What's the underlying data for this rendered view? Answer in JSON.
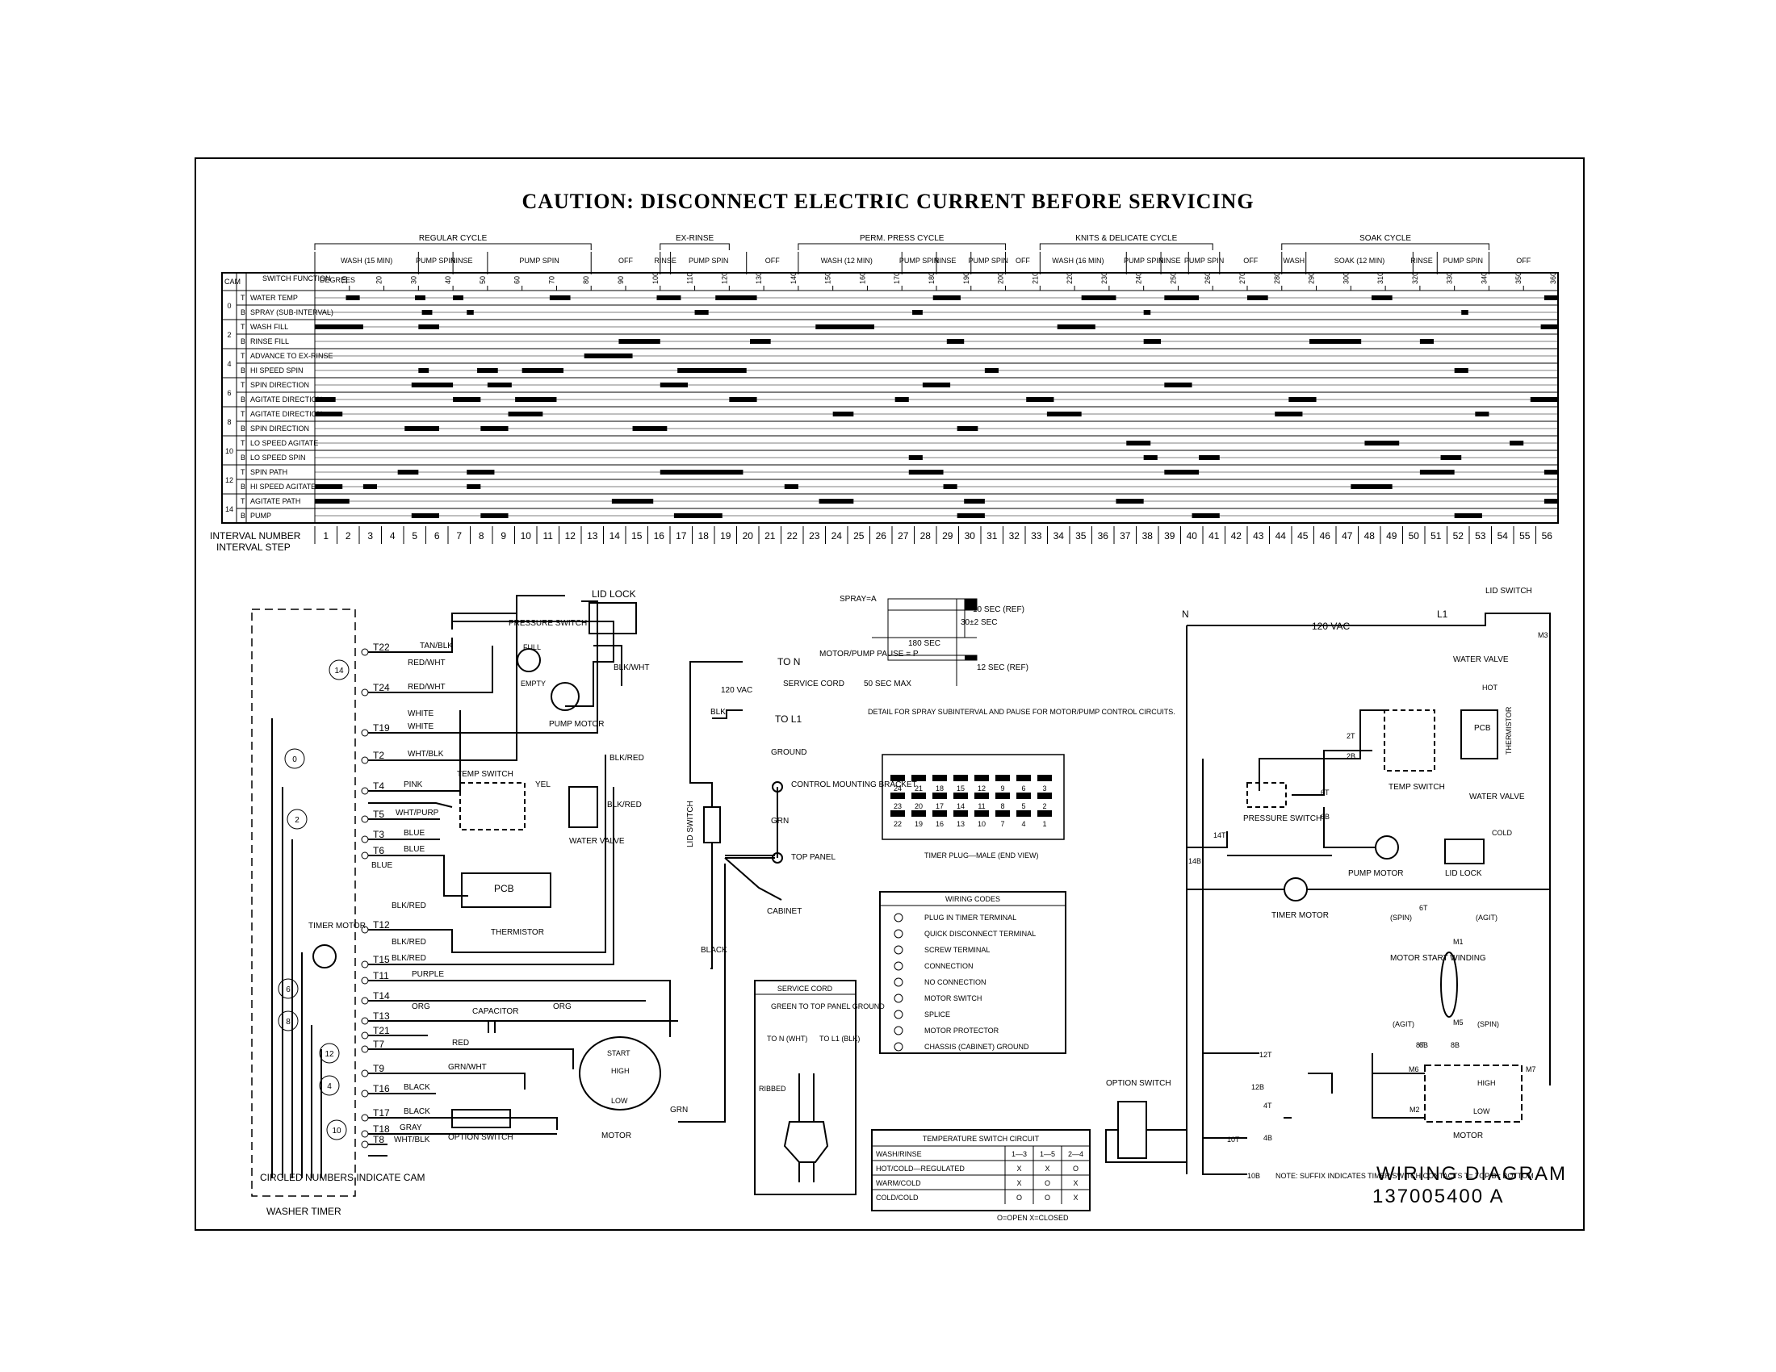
{
  "caution": "CAUTION: DISCONNECT ELECTRIC CURRENT BEFORE SERVICING",
  "timer_chart": {
    "header_cam": "CAM",
    "header_switch": "SWITCH FUNCTION",
    "degrees_label": "DEGREES",
    "cycles": [
      {
        "label": "REGULAR CYCLE",
        "start": 0,
        "end": 80
      },
      {
        "label": "EX-RINSE",
        "start": 100,
        "end": 120
      },
      {
        "label": "PERM. PRESS CYCLE",
        "start": 140,
        "end": 200
      },
      {
        "label": "KNITS & DELICATE CYCLE",
        "start": 210,
        "end": 260
      },
      {
        "label": "SOAK CYCLE",
        "start": 280,
        "end": 340
      }
    ],
    "phases": [
      {
        "label": "WASH (15 MIN)",
        "start": 0,
        "end": 30
      },
      {
        "label": "PUMP SPIN",
        "start": 30,
        "end": 40
      },
      {
        "label": "RINSE",
        "start": 40,
        "end": 45
      },
      {
        "label": "PUMP SPIN",
        "start": 50,
        "end": 80
      },
      {
        "label": "OFF",
        "start": 80,
        "end": 100
      },
      {
        "label": "RINSE",
        "start": 100,
        "end": 103
      },
      {
        "label": "PUMP SPIN",
        "start": 103,
        "end": 125
      },
      {
        "label": "OFF",
        "start": 125,
        "end": 140
      },
      {
        "label": "WASH (12 MIN)",
        "start": 140,
        "end": 168
      },
      {
        "label": "PUMP SPIN",
        "start": 170,
        "end": 180
      },
      {
        "label": "RINSE",
        "start": 180,
        "end": 185
      },
      {
        "label": "PUMP SPIN",
        "start": 190,
        "end": 200
      },
      {
        "label": "OFF",
        "start": 200,
        "end": 210
      },
      {
        "label": "WASH (16 MIN)",
        "start": 210,
        "end": 232
      },
      {
        "label": "PUMP SPIN",
        "start": 235,
        "end": 245
      },
      {
        "label": "RINSE",
        "start": 245,
        "end": 250
      },
      {
        "label": "PUMP SPIN",
        "start": 253,
        "end": 262
      },
      {
        "label": "OFF",
        "start": 262,
        "end": 280
      },
      {
        "label": "WASH",
        "start": 280,
        "end": 287
      },
      {
        "label": "SOAK (12 MIN)",
        "start": 287,
        "end": 318
      },
      {
        "label": "RINSE",
        "start": 318,
        "end": 323
      },
      {
        "label": "PUMP SPIN",
        "start": 325,
        "end": 340
      },
      {
        "label": "OFF",
        "start": 340,
        "end": 360
      }
    ],
    "degree_ticks": [
      "10",
      "20",
      "30",
      "40",
      "50",
      "60",
      "70",
      "80",
      "90",
      "100",
      "110",
      "120",
      "130",
      "140",
      "150",
      "160",
      "170",
      "180",
      "190",
      "200",
      "210",
      "220",
      "230",
      "240",
      "250",
      "260",
      "270",
      "280",
      "290",
      "300",
      "310",
      "320",
      "330",
      "340",
      "350",
      "360"
    ],
    "cams": [
      "0",
      "2",
      "4",
      "6",
      "8",
      "10",
      "12",
      "14"
    ],
    "rows": [
      {
        "cam": "0",
        "contact": "T",
        "label": "WATER TEMP",
        "on": [
          [
            9,
            13
          ],
          [
            29,
            32
          ],
          [
            40,
            43
          ],
          [
            68,
            74
          ],
          [
            99,
            106
          ],
          [
            116,
            128
          ],
          [
            179,
            187
          ],
          [
            222,
            232
          ],
          [
            246,
            256
          ],
          [
            270,
            276
          ],
          [
            306,
            312
          ],
          [
            356,
            360
          ]
        ]
      },
      {
        "cam": "0",
        "contact": "B",
        "label": "SPRAY (SUB-INTERVAL)",
        "on": [
          [
            31,
            34
          ],
          [
            44,
            46
          ],
          [
            110,
            114
          ],
          [
            173,
            176
          ],
          [
            240,
            242
          ],
          [
            332,
            334
          ]
        ]
      },
      {
        "cam": "2",
        "contact": "T",
        "label": "WASH FILL",
        "on": [
          [
            0,
            14
          ],
          [
            30,
            36
          ],
          [
            145,
            162
          ],
          [
            215,
            226
          ],
          [
            355,
            360
          ]
        ]
      },
      {
        "cam": "2",
        "contact": "B",
        "label": "RINSE FILL",
        "on": [
          [
            88,
            100
          ],
          [
            126,
            132
          ],
          [
            183,
            188
          ],
          [
            240,
            245
          ],
          [
            288,
            303
          ],
          [
            320,
            324
          ]
        ]
      },
      {
        "cam": "4",
        "contact": "T",
        "label": "ADVANCE TO EX-RINSE",
        "on": [
          [
            78,
            92
          ]
        ]
      },
      {
        "cam": "4",
        "contact": "B",
        "label": "HI SPEED SPIN",
        "on": [
          [
            30,
            33
          ],
          [
            47,
            53
          ],
          [
            60,
            72
          ],
          [
            105,
            125
          ],
          [
            194,
            198
          ],
          [
            330,
            334
          ]
        ]
      },
      {
        "cam": "6",
        "contact": "T",
        "label": "SPIN DIRECTION",
        "on": [
          [
            28,
            40
          ],
          [
            50,
            57
          ],
          [
            100,
            108
          ],
          [
            176,
            184
          ],
          [
            246,
            254
          ]
        ]
      },
      {
        "cam": "6",
        "contact": "B",
        "label": "AGITATE DIRECTION",
        "on": [
          [
            0,
            6
          ],
          [
            40,
            48
          ],
          [
            58,
            70
          ],
          [
            120,
            128
          ],
          [
            168,
            172
          ],
          [
            206,
            214
          ],
          [
            282,
            290
          ],
          [
            352,
            360
          ]
        ]
      },
      {
        "cam": "8",
        "contact": "T",
        "label": "AGITATE DIRECTION",
        "on": [
          [
            0,
            8
          ],
          [
            56,
            66
          ],
          [
            150,
            156
          ],
          [
            212,
            222
          ],
          [
            278,
            286
          ],
          [
            336,
            340
          ]
        ]
      },
      {
        "cam": "8",
        "contact": "B",
        "label": "SPIN DIRECTION",
        "on": [
          [
            26,
            36
          ],
          [
            48,
            56
          ],
          [
            92,
            102
          ],
          [
            186,
            192
          ]
        ]
      },
      {
        "cam": "10",
        "contact": "T",
        "label": "LO SPEED AGITATE",
        "on": [
          [
            235,
            242
          ],
          [
            304,
            314
          ],
          [
            346,
            350
          ]
        ]
      },
      {
        "cam": "10",
        "contact": "B",
        "label": "LO SPEED SPIN",
        "on": [
          [
            172,
            176
          ],
          [
            240,
            244
          ],
          [
            256,
            262
          ],
          [
            326,
            332
          ]
        ]
      },
      {
        "cam": "12",
        "contact": "T",
        "label": "SPIN PATH",
        "on": [
          [
            24,
            30
          ],
          [
            44,
            52
          ],
          [
            100,
            124
          ],
          [
            172,
            182
          ],
          [
            246,
            256
          ],
          [
            320,
            330
          ],
          [
            356,
            360
          ]
        ]
      },
      {
        "cam": "12",
        "contact": "B",
        "label": "HI SPEED AGITATE",
        "on": [
          [
            0,
            8
          ],
          [
            14,
            18
          ],
          [
            44,
            48
          ],
          [
            136,
            140
          ],
          [
            182,
            186
          ],
          [
            300,
            312
          ]
        ]
      },
      {
        "cam": "14",
        "contact": "T",
        "label": "AGITATE PATH",
        "on": [
          [
            0,
            10
          ],
          [
            86,
            98
          ],
          [
            146,
            156
          ],
          [
            188,
            194
          ],
          [
            232,
            240
          ],
          [
            356,
            360
          ]
        ]
      },
      {
        "cam": "14",
        "contact": "B",
        "label": "PUMP",
        "on": [
          [
            28,
            36
          ],
          [
            48,
            56
          ],
          [
            104,
            118
          ],
          [
            186,
            194
          ],
          [
            254,
            262
          ],
          [
            330,
            338
          ]
        ]
      }
    ],
    "interval_number_label": "INTERVAL NUMBER",
    "interval_step_label": "INTERVAL STEP",
    "intervals": [
      "1",
      "2",
      "3",
      "4",
      "5",
      "6",
      "7",
      "8",
      "9",
      "10",
      "11",
      "12",
      "13",
      "14",
      "15",
      "16",
      "17",
      "18",
      "19",
      "20",
      "21",
      "22",
      "23",
      "24",
      "25",
      "26",
      "27",
      "28",
      "29",
      "30",
      "31",
      "32",
      "33",
      "34",
      "35",
      "36",
      "37",
      "38",
      "39",
      "40",
      "41",
      "42",
      "43",
      "44",
      "45",
      "46",
      "47",
      "48",
      "49",
      "50",
      "51",
      "52",
      "53",
      "54",
      "55",
      "56"
    ]
  },
  "timer_schematic": {
    "terminals": [
      "T22",
      "T24",
      "T19",
      "T2",
      "T4",
      "T5",
      "T3",
      "T6",
      "T12",
      "T15",
      "T11",
      "T14",
      "T13",
      "T21",
      "T7",
      "T9",
      "T16",
      "T17",
      "T18",
      "T8"
    ],
    "wires": [
      "TAN/BLK",
      "RED/WHT",
      "RED/WHT",
      "WHITE",
      "WHITE",
      "WHT/BLK",
      "PINK",
      "WHT/PURP",
      "BLUE",
      "BLUE",
      "BLUE",
      "BLK/RED",
      "BLK/RED",
      "BLK/RED",
      "PURPLE",
      "ORG",
      "ORG",
      "RED",
      "GRN/WHT",
      "BLACK",
      "BLACK",
      "GRAY",
      "WHT/BLK",
      "YEL",
      "BLK/RED",
      "BLK/RED",
      "BLK/WHT",
      "BLK",
      "BLACK",
      "GRN",
      "GRN"
    ],
    "cam_circles": [
      "14",
      "0",
      "2",
      "6",
      "8",
      "12",
      "4",
      "10"
    ],
    "components": {
      "lid_lock": "LID LOCK",
      "pressure_switch": "PRESSURE SWITCH",
      "full": "FULL",
      "empty": "EMPTY",
      "pump_motor": "PUMP MOTOR",
      "temp_switch": "TEMP SWITCH",
      "water_valve": "WATER VALVE",
      "pcb": "PCB",
      "thermistor": "THERMISTOR",
      "timer_motor": "TIMER MOTOR",
      "capacitor": "CAPACITOR",
      "start": "START",
      "high": "HIGH",
      "low": "LOW",
      "motor": "MOTOR",
      "option_switch": "OPTION SWITCH",
      "lid_switch": "LID SWITCH",
      "to_n": "TO N",
      "to_l1": "TO L1",
      "vac": "120 VAC",
      "service_cord": "SERVICE CORD",
      "ground": "GROUND",
      "control_bracket": "CONTROL MOUNTING BRACKET",
      "top_panel": "TOP PANEL",
      "cabinet": "CABINET",
      "circled_note": "CIRCLED NUMBERS INDICATE CAM",
      "washer_timer": "WASHER TIMER"
    }
  },
  "spray_detail": {
    "spray": "SPRAY=A",
    "motor_pause": "MOTOR/PUMP PAUSE = P",
    "t10": "10 SEC (REF)",
    "t30": "30±2 SEC",
    "t180": "180 SEC",
    "t12": "12 SEC (REF)",
    "t50": "50 SEC MAX",
    "caption": "DETAIL FOR SPRAY SUBINTERVAL AND PAUSE FOR MOTOR/PUMP CONTROL CIRCUITS.",
    "plug_top": [
      "24",
      "21",
      "18",
      "15",
      "12",
      "9",
      "6",
      "3"
    ],
    "plug_mid": [
      "23",
      "20",
      "17",
      "14",
      "11",
      "8",
      "5",
      "2"
    ],
    "plug_bot": [
      "22",
      "19",
      "16",
      "13",
      "10",
      "7",
      "4",
      "1"
    ],
    "plug_caption": "TIMER PLUG—MALE (END VIEW)"
  },
  "wiring_codes": {
    "title": "WIRING CODES",
    "items": [
      "PLUG IN TIMER TERMINAL",
      "QUICK DISCONNECT TERMINAL",
      "SCREW TERMINAL",
      "CONNECTION",
      "NO CONNECTION",
      "MOTOR SWITCH",
      "SPLICE",
      "MOTOR PROTECTOR",
      "CHASSIS (CABINET) GROUND"
    ]
  },
  "service_cord": {
    "title": "SERVICE CORD",
    "green": "GREEN TO TOP PANEL GROUND",
    "to_n": "TO N (WHT)",
    "to_l1": "TO L1 (BLK)",
    "ribbed": "RIBBED"
  },
  "temp_table": {
    "title": "TEMPERATURE SWITCH CIRCUIT",
    "headers": [
      "WASH/RINSE",
      "1—3",
      "1—5",
      "2—4"
    ],
    "rows": [
      [
        "HOT/COLD—REGULATED",
        "X",
        "X",
        "O"
      ],
      [
        "WARM/COLD",
        "X",
        "O",
        "X"
      ],
      [
        "COLD/COLD",
        "O",
        "O",
        "X"
      ]
    ],
    "legend": "O=OPEN   X=CLOSED"
  },
  "ladder": {
    "n": "N",
    "l1": "L1",
    "vac": "120 VAC",
    "lid_switch": "LID SWITCH",
    "m3": "M3",
    "water_valve_hot": "WATER VALVE",
    "hot": "HOT",
    "pcb": "PCB",
    "thermistor": "THERMISTOR",
    "temp_switch": "TEMP SWITCH",
    "pressure_switch": "PRESSURE SWITCH",
    "water_valve_cold": "WATER VALVE",
    "cold": "COLD",
    "pump_motor": "PUMP MOTOR",
    "lid_lock": "LID LOCK",
    "timer_motor": "TIMER MOTOR",
    "spin": "(SPIN)",
    "agit": "(AGIT)",
    "motor_start": "MOTOR START WINDING",
    "high": "HIGH",
    "low": "LOW",
    "motor": "MOTOR",
    "option_switch": "OPTION SWITCH",
    "contacts": [
      "2T",
      "2B",
      "6T",
      "6B",
      "14T",
      "14B",
      "6T",
      "6B",
      "8T",
      "8B",
      "12T",
      "12B",
      "4T",
      "4B",
      "10T",
      "10B"
    ],
    "m_terms": [
      "M1",
      "M5",
      "M6",
      "M7",
      "M2"
    ],
    "note": "NOTE: SUFFIX INDICATES TIMER SWITCH CONTACTS T= TOP B= BOTTOM"
  },
  "footer": {
    "title": "WIRING DIAGRAM",
    "part": "137005400  A"
  }
}
